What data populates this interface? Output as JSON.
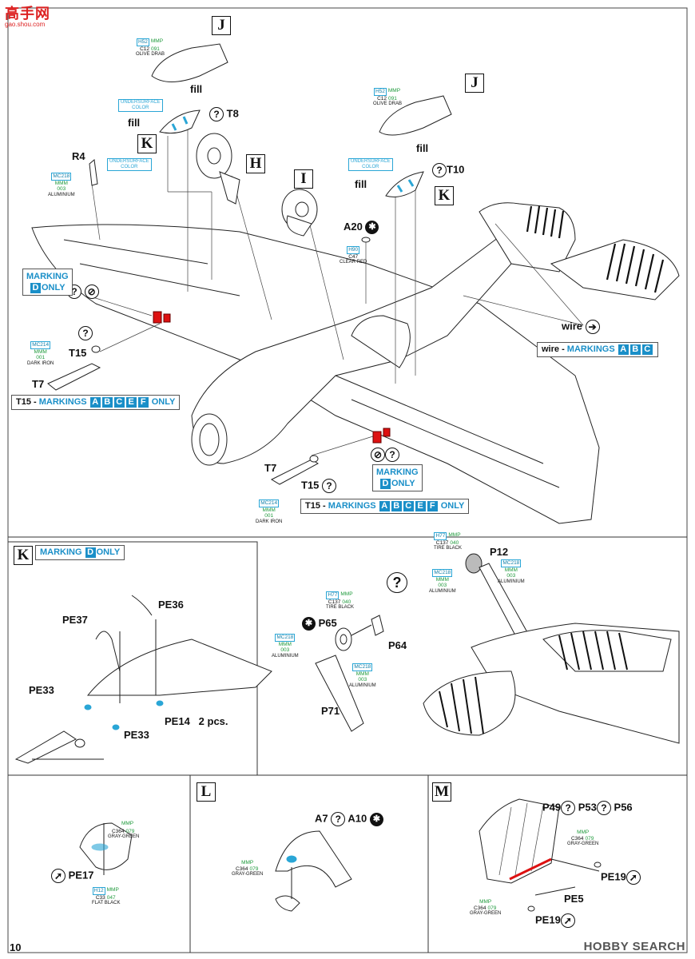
{
  "header": {
    "logo_text": "高手网",
    "logo_sub": "gao.shou.com"
  },
  "watermark": "HOBBY SEARCH",
  "page_number": "10",
  "boxes": {
    "J1": "J",
    "J2": "J",
    "K1": "K",
    "K2": "K",
    "H": "H",
    "I": "I",
    "K_panel": "K",
    "L": "L",
    "M": "M"
  },
  "labels": {
    "fill_a": "fill",
    "fill_b": "fill",
    "fill_c": "fill",
    "fill_d": "fill",
    "T8": "T8",
    "T10": "T10",
    "R4": "R4",
    "A20": "A20",
    "T15_a": "T15",
    "T7_a": "T7",
    "T7_b": "T7",
    "T15_b": "T15",
    "wire": "wire",
    "PE36": "PE36",
    "PE37": "PE37",
    "PE33_a": "PE33",
    "PE33_b": "PE33",
    "PE14": "PE14",
    "PE14_qty": "2 pcs.",
    "P65": "P65",
    "P64": "P64",
    "P71": "P71",
    "P12": "P12",
    "PE17": "PE17",
    "A7": "A7",
    "A10": "A10",
    "P49": "P49",
    "P53": "P53",
    "P56": "P56",
    "PE19_a": "PE19",
    "PE5": "PE5",
    "PE19_b": "PE19"
  },
  "symbols": {
    "q": "?",
    "star": "✱",
    "arrow": "➚"
  },
  "notes": {
    "under1": "UNDERSURFACE",
    "under1b": "COLOR",
    "under2": "UNDERSURFACE",
    "under2b": "COLOR",
    "under3": "UNDERSURFACE",
    "under3b": "COLOR"
  },
  "paints": {
    "olive1": {
      "h": "H52",
      "m": "MMP",
      "c": "C12",
      "n": "091",
      "name": "OLIVE DRAB"
    },
    "olive2": {
      "h": "H52",
      "m": "MMP",
      "c": "C12",
      "n": "091",
      "name": "OLIVE DRAB"
    },
    "alu1": {
      "h": "MC218",
      "m": "MMM",
      "n": "003",
      "name": "ALUMINIUM"
    },
    "clear": {
      "h": "H90",
      "c": "C47",
      "name": "CLEAR RED"
    },
    "iron1": {
      "h": "MC214",
      "m": "MMM",
      "n": "001",
      "name": "DARK IRON"
    },
    "iron2": {
      "h": "MC214",
      "m": "MMM",
      "n": "001",
      "name": "DARK IRON"
    },
    "tire1": {
      "h": "H77",
      "m": "MMP",
      "c": "C137",
      "n": "040",
      "name": "TIRE BLACK"
    },
    "tire2": {
      "h": "H77",
      "m": "MMP",
      "c": "C137",
      "n": "040",
      "name": "TIRE BLACK"
    },
    "alu2": {
      "h": "MC218",
      "m": "MMM",
      "n": "003",
      "name": "ALUMINIUM"
    },
    "alu3": {
      "h": "MC218",
      "m": "MMM",
      "n": "003",
      "name": "ALUMINIUM"
    },
    "alu4": {
      "h": "MC218",
      "m": "MMM",
      "n": "003",
      "name": "ALUMINIUM"
    },
    "alu5": {
      "h": "MC218",
      "m": "MMM",
      "n": "003",
      "name": "ALUMINIUM"
    },
    "gg1": {
      "m": "MMP",
      "c": "C364",
      "n": "079",
      "name": "GRAY-GREEN"
    },
    "fb": {
      "h": "H12",
      "m": "MMP",
      "c": "C33",
      "n": "047",
      "name": "FLAT BLACK"
    },
    "gg2": {
      "m": "MMP",
      "c": "C364",
      "n": "079",
      "name": "GRAY-GREEN"
    },
    "gg3": {
      "m": "MMP",
      "c": "C364",
      "n": "079",
      "name": "GRAY-GREEN"
    },
    "gg4": {
      "m": "MMP",
      "c": "C364",
      "n": "079",
      "name": "GRAY-GREEN"
    }
  },
  "banners": {
    "marking_only_top1": "MARKING",
    "marking_only_top1b": "ONLY",
    "marking_letter1": "D",
    "marking_only_top2": "MARKING",
    "marking_only_top2b": "ONLY",
    "marking_letter2": "D",
    "t15_a_prefix": "T15 - ",
    "t15_a_word": "MARKINGS",
    "t15_a_letters": [
      "A",
      "B",
      "C",
      "E",
      "F"
    ],
    "t15_a_suffix": "ONLY",
    "t15_b_prefix": "T15 - ",
    "t15_b_word": "MARKINGS",
    "t15_b_letters": [
      "A",
      "B",
      "C",
      "E",
      "F"
    ],
    "t15_b_suffix": "ONLY",
    "wire_prefix": "wire - ",
    "wire_word": "MARKINGS",
    "wire_letters": [
      "A",
      "B",
      "C"
    ],
    "k_marking": "MARKING",
    "k_letter": "D",
    "k_only": "ONLY"
  }
}
